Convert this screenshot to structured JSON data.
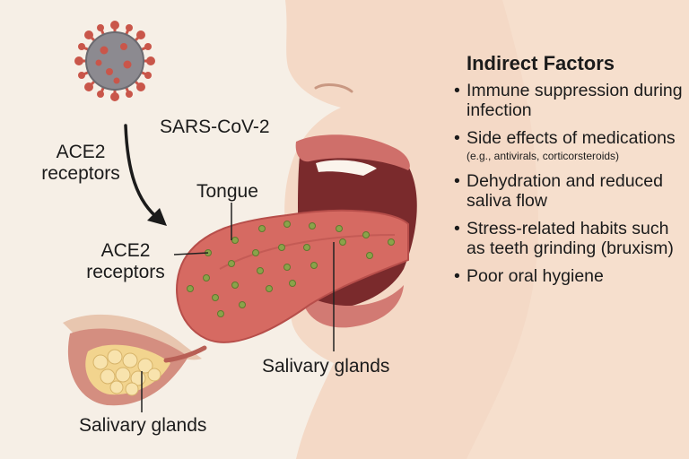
{
  "labels": {
    "virus": "SARS-CoV-2",
    "ace2_upper": "ACE2 receptors",
    "tongue": "Tongue",
    "ace2_tongue": "ACE2 receptors",
    "salivary_right": "Salivary glands",
    "salivary_left": "Salivary glands"
  },
  "indirect_factors": {
    "title": "Indirect Factors",
    "items": [
      {
        "text": "Immune suppression during infection",
        "note": ""
      },
      {
        "text": "Side effects of medications",
        "note": "(e.g., antivirals, corticorsteroids)"
      },
      {
        "text": "Dehydration and reduced saliva flow",
        "note": ""
      },
      {
        "text": "Stress-related habits such as teeth grinding (bruxism)",
        "note": ""
      },
      {
        "text": "Poor oral hygiene",
        "note": ""
      }
    ]
  },
  "colors": {
    "skin": "#f4d9c6",
    "skin_shadow": "#e9bfa4",
    "tongue": "#d66a62",
    "tongue_dark": "#b74e4a",
    "receptor_dot": "#8aa34a",
    "virus_body": "#8c8a90",
    "virus_spike": "#c9564a",
    "gland": "#f2d48e"
  }
}
